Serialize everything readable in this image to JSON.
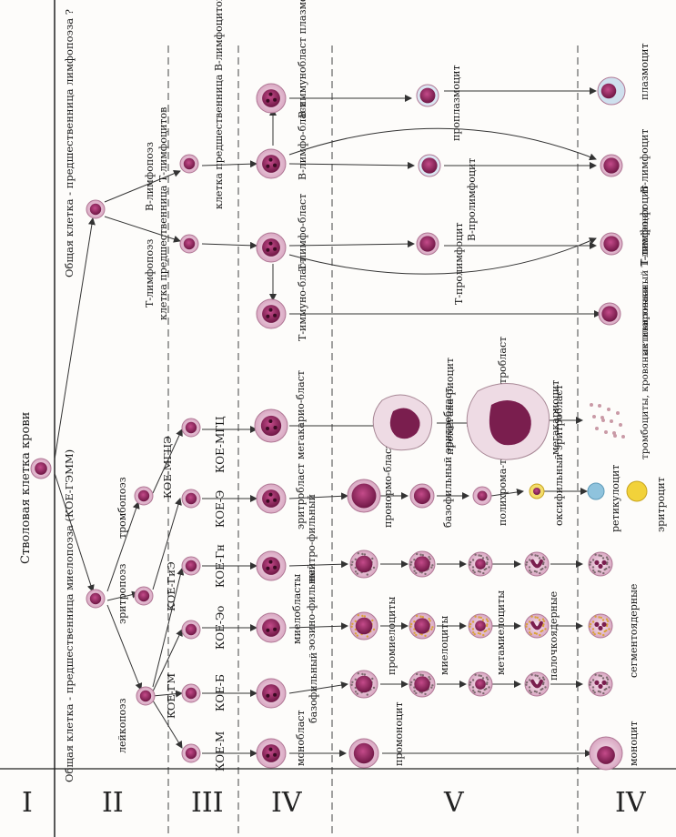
{
  "title": "Стволовая клетка крови",
  "roman_labels": [
    "I",
    "II",
    "III",
    "IV",
    "V",
    "IV"
  ],
  "colors": {
    "cell_fill": "#f2d7e6",
    "nucleus": "#b23a78",
    "nucleus_dark": "#7a1e4e",
    "line": "#333333",
    "dash": "#555555",
    "retic": "#8fc3dd",
    "erythro": "#f2d23a",
    "granule": "#7d6a6f",
    "platelet": "#c99aa6"
  },
  "class_II": {
    "myelo_precursor": "Общая клетка - предшественница миелопоэза (КОЕ-ГЭММ)",
    "lympho_precursor": "Общая клетка - предшественница лимфопоэза ?",
    "t_precursor": "клетка предшественница Т-лимфоцитов",
    "b_precursor": "клетка предшественница В-лимфоцитов",
    "t_lymphopoiesis": "Т-лимфопоэз",
    "b_lymphopoiesis": "В-лимфопоэз",
    "leukopoiesis": "лейкопоэз",
    "erythropoiesis": "эритропоэз",
    "thrombopoiesis": "тромбопоэз",
    "koe_gm": "КОЕ-ГМ",
    "koe_gie": "КОЕ-ГиЭ",
    "koe_mgtse": "КОЕ-МГЦЭ"
  },
  "class_III": [
    "КОЕ-М",
    "КОЕ-Б",
    "КОЕ-Эо",
    "КОЕ-Гн",
    "КОЕ-Э",
    "КОЕ-МГЦ"
  ],
  "class_IV": {
    "monoblast": "монобласт",
    "myeloblasts": "миелобласты",
    "basophilic": "базофильный",
    "eosinophilic": "эозино-фильный",
    "neutrophilic": "нейтро-фильный",
    "erythroblast": "эритробласт",
    "megakaryoblast": "мегакарио-бласт",
    "t_immunoblast": "Т-иммуно-бласт",
    "t_lymphoblast": "Т-лимфо-бласт",
    "b_lymphoblast": "В-лимфо-бласт",
    "b_immunoblast": "В-иммунобласт плазмобласт"
  },
  "class_V": {
    "promonocyte": "промоноцит",
    "promyelocytes": "промиелоциты",
    "myelocytes": "миелоциты",
    "metamyelocytes": "метамиелоциты",
    "band": "палочкоядерные",
    "pronormoblast": "пронормо-бласт",
    "basophilic_erythroblast": "базофильный эритробласт",
    "polychromatophilic": "полихрома-тофильный эритробласт",
    "oxyphilic": "оксифильный эритробласт",
    "promegakaryocyte": "промегака-риоцит",
    "megakaryocyte": "мегакариоцит",
    "t_prolymphocyte": "Т-пролимфоцит",
    "b_prolymphocyte": "В-пролимфоцит",
    "proplasmocyte": "проплазмоцит"
  },
  "class_VI": {
    "monocyte": "моноцит",
    "segmented": "сегментоядерные",
    "reticulocyte": "ретикулоцит",
    "erythrocyte": "эритроцит",
    "platelets": "тромбоциты, кровяные пластинки",
    "activated_t": "активированный Т-лимфоцит",
    "t_lymphocyte": "Т-лимфо-фоцит",
    "b_lymphocyte": "В-лимфоцит",
    "plasmocyte": "плазмоцит"
  }
}
